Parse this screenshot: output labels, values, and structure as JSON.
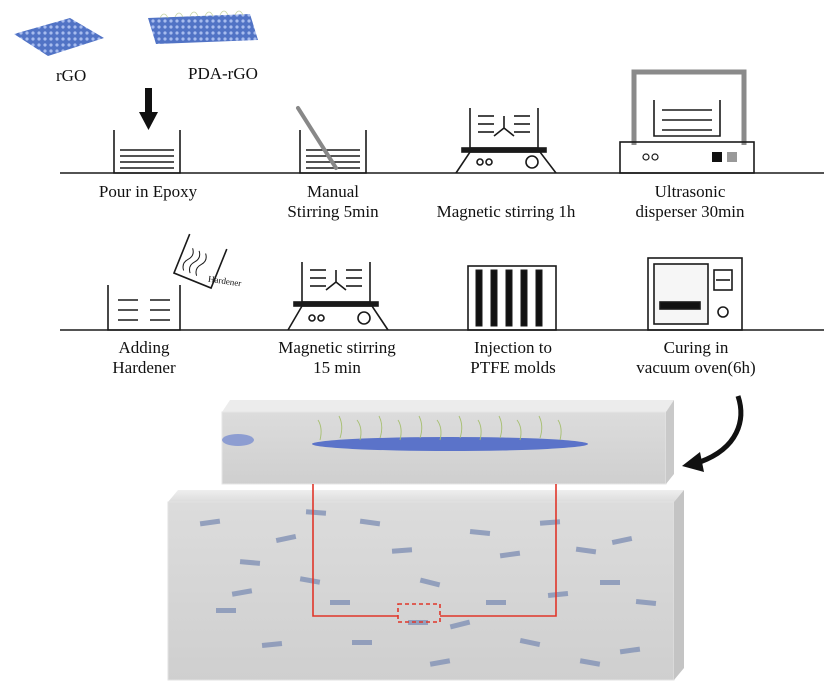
{
  "materials": {
    "rgo": "rGO",
    "pda_rgo": "PDA-rGO"
  },
  "steps_row1": [
    {
      "id": "pour",
      "lines": [
        "Pour in Epoxy"
      ]
    },
    {
      "id": "manual",
      "lines": [
        "Manual",
        "Stirring 5min"
      ]
    },
    {
      "id": "magnetic1",
      "lines": [
        "Magnetic stirring 1h"
      ]
    },
    {
      "id": "ultrasonic",
      "lines": [
        "Ultrasonic",
        "disperser 30min"
      ]
    }
  ],
  "steps_row2": [
    {
      "id": "hardener",
      "lines": [
        "Adding",
        "Hardener"
      ]
    },
    {
      "id": "magnetic2",
      "lines": [
        "Magnetic stirring",
        "15 min"
      ]
    },
    {
      "id": "injection",
      "lines": [
        "Injection to",
        "PTFE molds"
      ]
    },
    {
      "id": "curing",
      "lines": [
        "Curing in",
        "vacuum oven(6h)"
      ]
    }
  ],
  "hardener_tag": "Hardener",
  "colors": {
    "line": "#1a1a1a",
    "rgo_blue": "#4a6fc4",
    "zoom_red": "#e0362a",
    "block_grey": "#d9d9d9"
  }
}
